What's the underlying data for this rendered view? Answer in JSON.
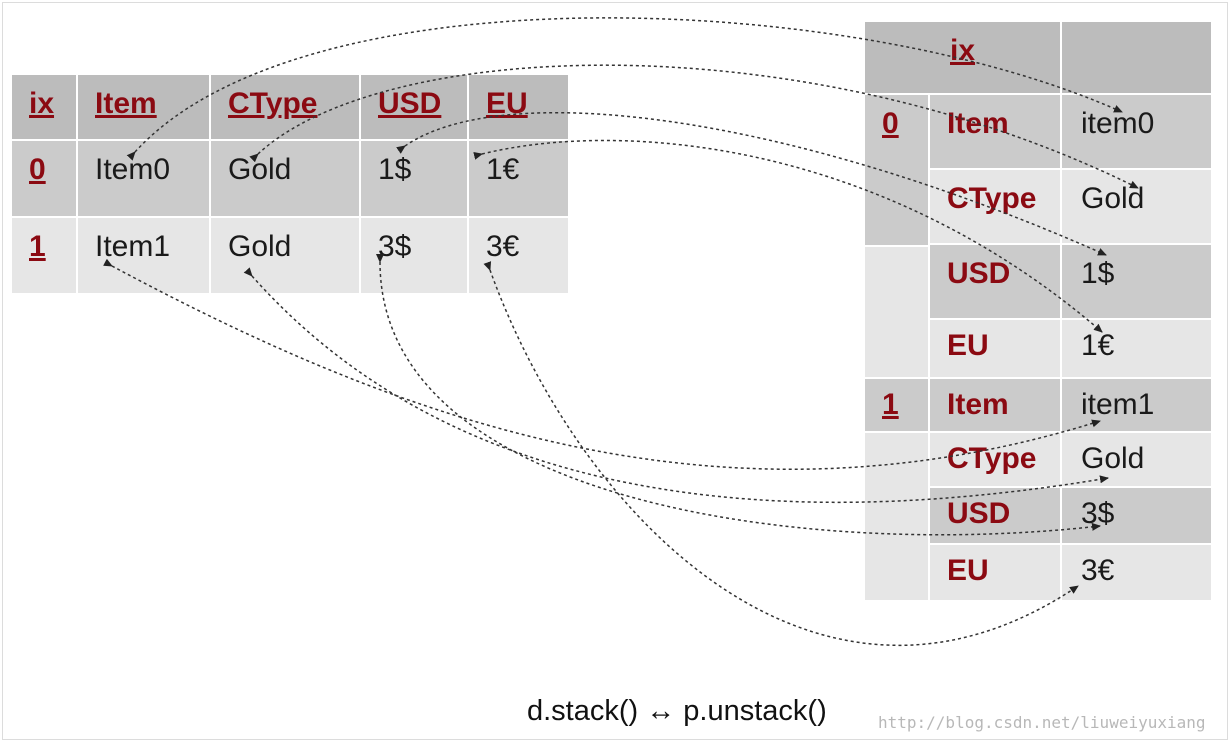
{
  "left_table": {
    "headers": [
      "ix",
      "Item",
      "CType",
      "USD",
      "EU"
    ],
    "rows": [
      {
        "index": "0",
        "cells": [
          "Item0",
          "Gold",
          "1$",
          "1€"
        ]
      },
      {
        "index": "1",
        "cells": [
          "Item1",
          "Gold",
          "3$",
          "3€"
        ]
      }
    ]
  },
  "right_table": {
    "header": "ix",
    "groups": [
      {
        "index": "0",
        "rows": [
          {
            "label": "Item",
            "value": "item0"
          },
          {
            "label": "CType",
            "value": "Gold"
          },
          {
            "label": "USD",
            "value": "1$"
          },
          {
            "label": "EU",
            "value": "1€"
          }
        ]
      },
      {
        "index": "1",
        "rows": [
          {
            "label": "Item",
            "value": "item1"
          },
          {
            "label": "CType",
            "value": "Gold"
          },
          {
            "label": "USD",
            "value": "3$"
          },
          {
            "label": "EU",
            "value": "3€"
          }
        ]
      }
    ]
  },
  "caption": "d.stack() ↔ p.unstack()",
  "watermark": "http://blog.csdn.net/liuweiyuxiang",
  "colors": {
    "header_text": "#8b0a12",
    "header_bg": "#bcbcbc",
    "row_dark": "#cbcbcb",
    "row_light": "#e6e6e6",
    "arrow": "#222222"
  }
}
